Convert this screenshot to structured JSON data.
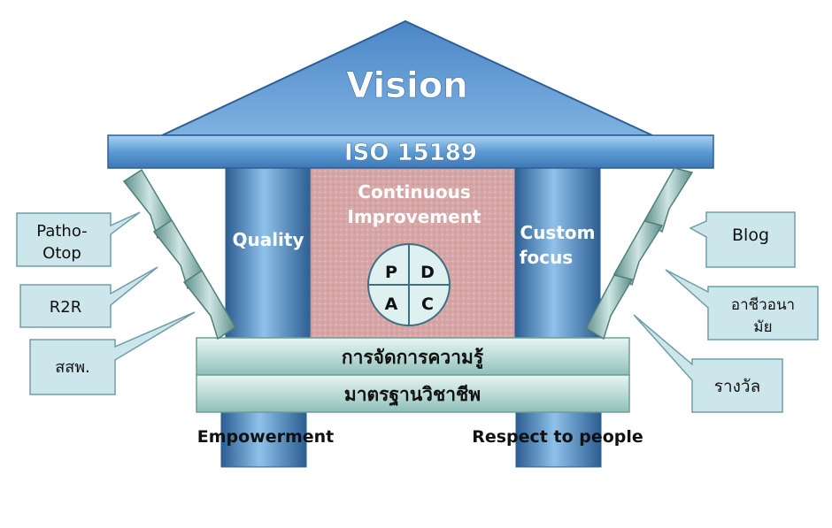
{
  "roof": {
    "label": "Vision"
  },
  "beam": {
    "label": "ISO 15189"
  },
  "pillars": {
    "left": {
      "label": "Quality"
    },
    "center": {
      "label_line1": "Continuous",
      "label_line2": "Improvement"
    },
    "right": {
      "label_line1": "Custom",
      "label_line2": "focus"
    }
  },
  "pdca": {
    "p": "P",
    "d": "D",
    "a": "A",
    "c": "C"
  },
  "foundation": {
    "top": "การจัดการความรู้",
    "bottom": "มาตรฐานวิชาชีพ"
  },
  "base_labels": {
    "left": "Empowerment",
    "right": "Respect to people"
  },
  "callouts_left": [
    {
      "line1": "Patho-",
      "line2": "Otop"
    },
    {
      "line1": "R2R",
      "line2": ""
    },
    {
      "line1": "สสพ.",
      "line2": ""
    }
  ],
  "callouts_right": [
    {
      "line1": "Blog",
      "line2": ""
    },
    {
      "line1": "อาชีวอนา",
      "line2": "มัย"
    },
    {
      "line1": "รางวัล",
      "line2": ""
    }
  ],
  "colors": {
    "blue_light": "#9ec9ee",
    "blue_dark": "#2e6ca4",
    "pink": "#d9a9a9",
    "teal_light": "#d6ece9",
    "teal_dark": "#7fb3ac",
    "callout_fill": "#cde6eb"
  }
}
